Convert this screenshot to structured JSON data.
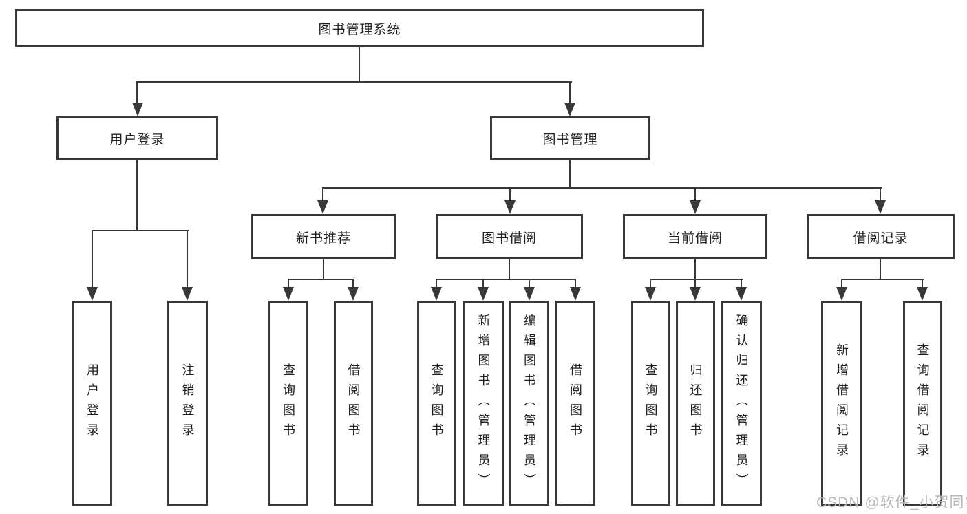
{
  "colors": {
    "line": "#383838",
    "text": "#222222",
    "background": "#ffffff",
    "watermark": "#b9b9b9"
  },
  "watermark": "CSDN @软件_小贺同学",
  "tree": {
    "root": {
      "label": "图书管理系统"
    },
    "branches": [
      {
        "label": "用户登录",
        "leaves": [
          "用户登录",
          "注销登录"
        ]
      },
      {
        "label": "图书管理",
        "sections": [
          {
            "label": "新书推荐",
            "leaves": [
              "查询图书",
              "借阅图书"
            ]
          },
          {
            "label": "图书借阅",
            "leaves": [
              "查询图书",
              "新增图书（管理员）",
              "编辑图书（管理员）",
              "借阅图书"
            ]
          },
          {
            "label": "当前借阅",
            "leaves": [
              "查询图书",
              "归还图书",
              "确认归还（管理员）"
            ]
          },
          {
            "label": "借阅记录",
            "leaves": [
              "新增借阅记录",
              "查询借阅记录"
            ]
          }
        ]
      }
    ]
  }
}
